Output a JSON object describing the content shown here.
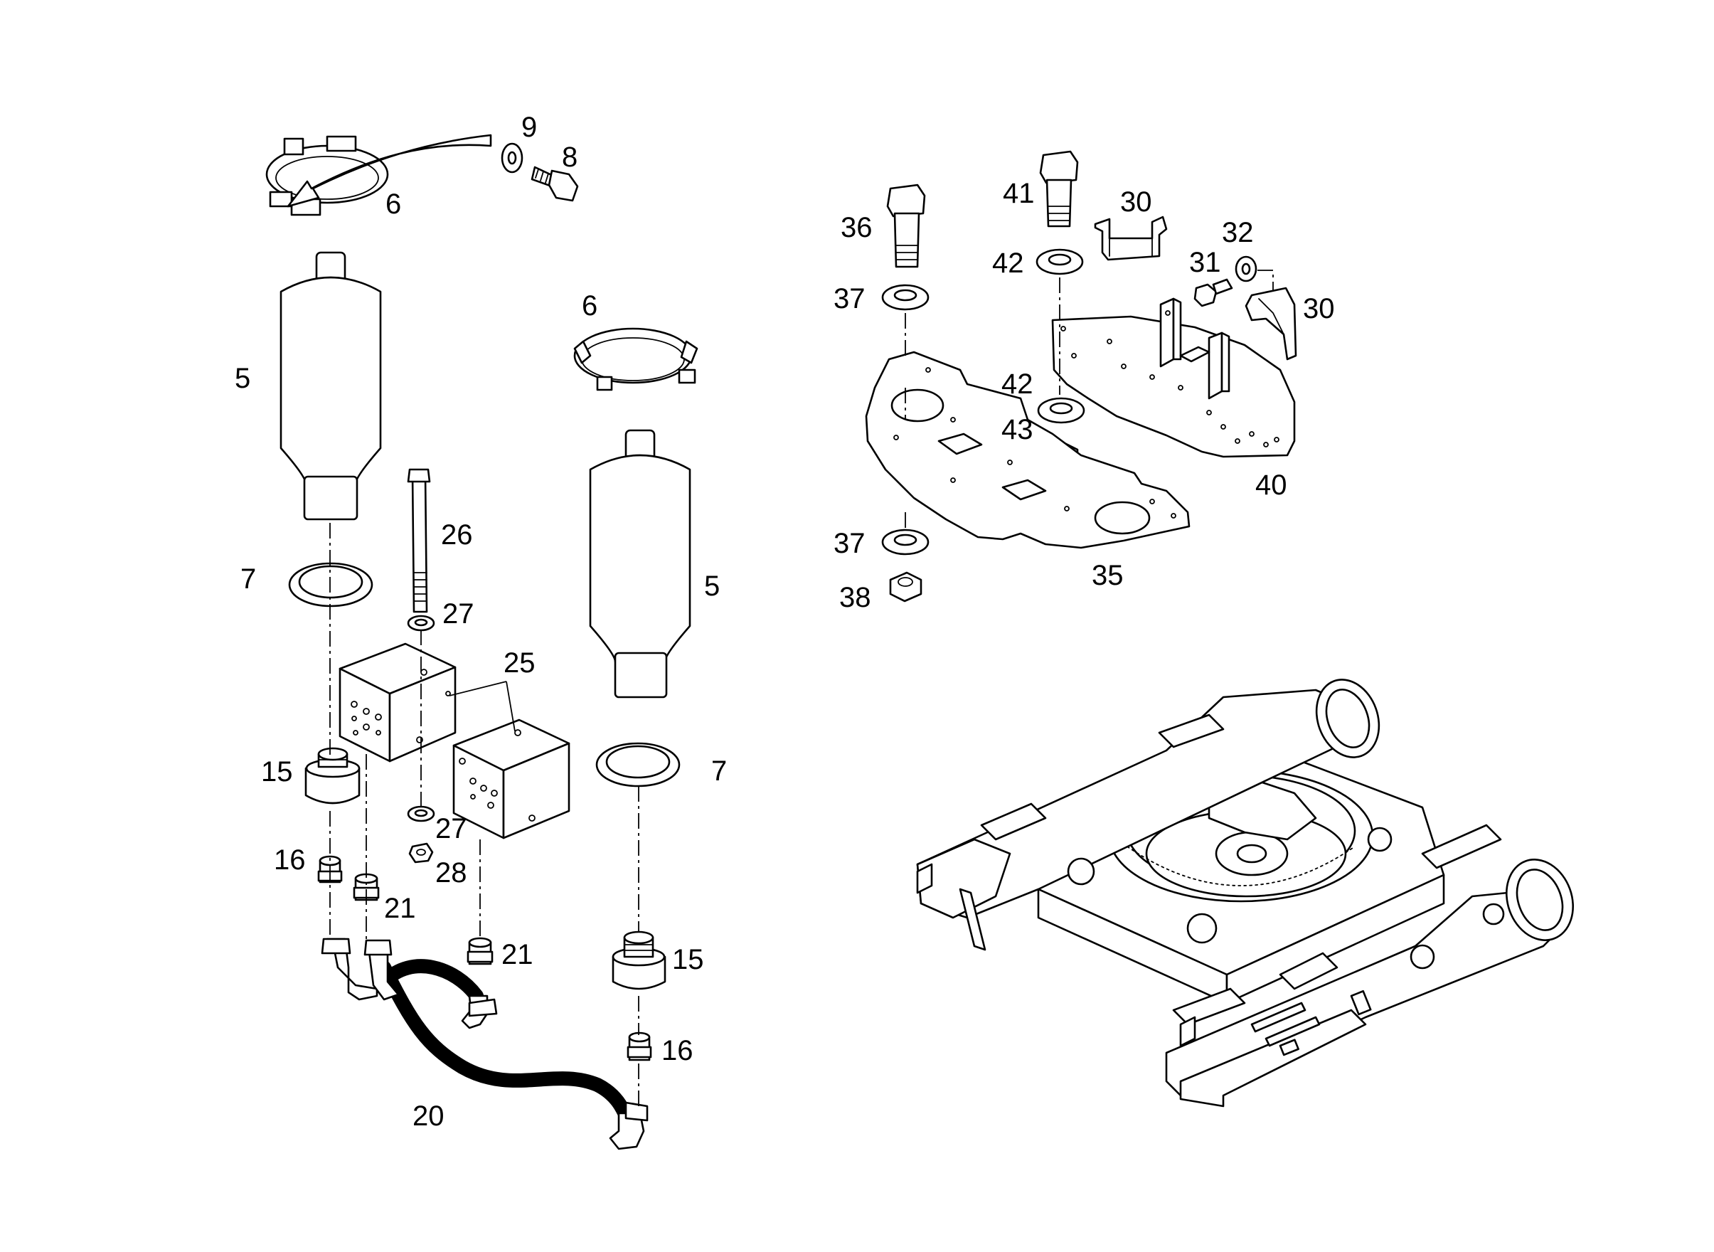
{
  "labels": {
    "l5a": "5",
    "l5b": "5",
    "l6a": "6",
    "l6b": "6",
    "l7a": "7",
    "l7b": "7",
    "l8": "8",
    "l9": "9",
    "l15a": "15",
    "l15b": "15",
    "l16a": "16",
    "l16b": "16",
    "l20": "20",
    "l21a": "21",
    "l21b": "21",
    "l25": "25",
    "l26": "26",
    "l27a": "27",
    "l27b": "27",
    "l28": "28",
    "l30a": "30",
    "l30b": "30",
    "l31": "31",
    "l32": "32",
    "l35": "35",
    "l36": "36",
    "l37a": "37",
    "l37b": "37",
    "l38": "38",
    "l40": "40",
    "l41": "41",
    "l42a": "42",
    "l42b": "42",
    "l43": "43"
  },
  "colors": {
    "line": "#000000",
    "background": "#ffffff"
  }
}
